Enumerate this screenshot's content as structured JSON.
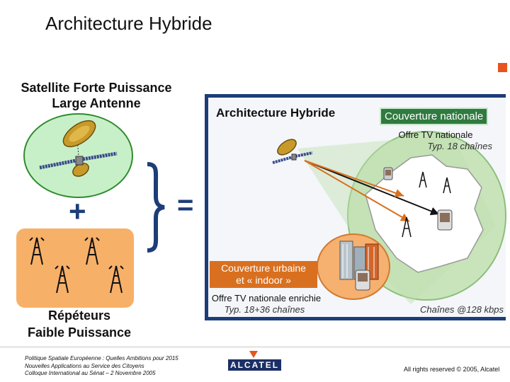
{
  "slide": {
    "title": "Architecture Hybride"
  },
  "satellite": {
    "title_line1": "Satellite Forte Puissance",
    "title_line2": "Large Antenne"
  },
  "repeaters": {
    "title_line1": "Répéteurs",
    "title_line2": "Faible Puissance"
  },
  "operators": {
    "plus": "+",
    "equals": "="
  },
  "hybrid": {
    "title": "Architecture Hybride",
    "national": {
      "label": "Couverture nationale",
      "line1": "Offre TV nationale",
      "line2": "Typ. 18 chaînes"
    },
    "urban": {
      "label_line1": "Couverture urbaine",
      "label_line2": "et « indoor »",
      "line1": "Offre TV nationale enrichie",
      "line2": "Typ. 18+36 chaînes"
    },
    "rate": "Chaînes @128 kbps"
  },
  "footer": {
    "left_line1": "Politique Spatiale Européenne : Quelles Ambitions pour 2015",
    "left_line2": "Nouvelles Applications au Service des Citoyens",
    "left_line3": "Colloque International au Sénat – 2 Novembre 2005",
    "right": "All rights reserved © 2005, Alcatel",
    "logo": "ALCATEL"
  },
  "colors": {
    "navy": "#1c3d78",
    "green_fill": "#c8f0c8",
    "orange_fill": "#f7b068",
    "urban_label": "#d9701f",
    "national_label": "#2f7a3f",
    "accent": "#e8541e"
  },
  "icons": [
    "satellite-icon",
    "tower-icon",
    "phone-icon",
    "building-icon",
    "france-map-icon"
  ]
}
